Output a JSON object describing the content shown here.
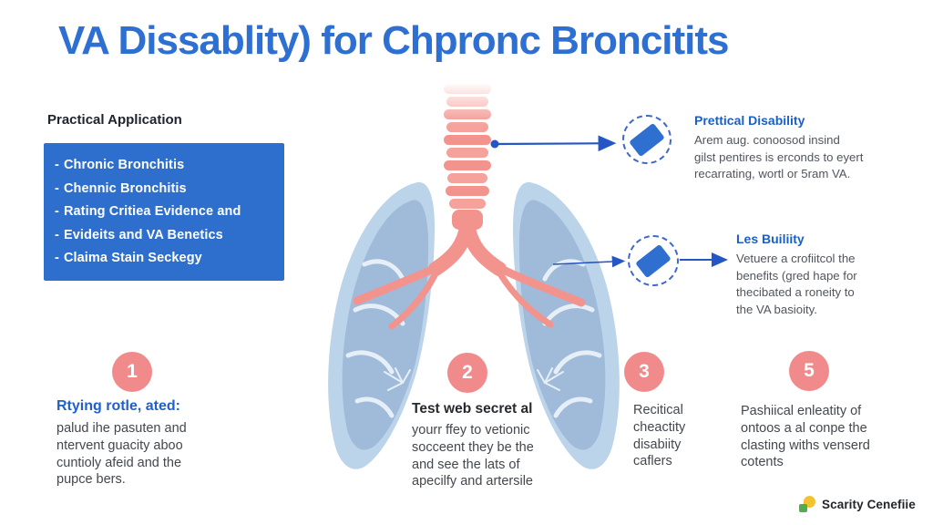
{
  "title": "VA Dissablity) for Chpronc Broncitits",
  "left_panel": {
    "label": "Practical Application",
    "bullet": "-",
    "items": [
      "Chronic Bronchitis",
      "Chennic Bronchitis",
      "Rating Critiea Evidence and",
      "Evideits and VA Benetics",
      "Claima Stain Seckegy"
    ]
  },
  "callouts": [
    {
      "heading": "Prettical Disability",
      "lines": [
        "Arem aug. conoosod insind",
        "gilst pentires is erconds to eyert",
        "recarrating, wortl or 5ram VA."
      ]
    },
    {
      "heading": "Les Builiity",
      "lines": [
        "Vetuere a crofiitcol the",
        "benefits (gred hape for",
        "thecibated a roneity to",
        "the VA basioity."
      ]
    }
  ],
  "steps": [
    {
      "number": "1",
      "heading": "Rtying rotle, ated:",
      "lines": [
        "palud ihe pasuten and",
        "ntervent guacity aboo",
        "cuntioly afeid and the",
        "pupce bers."
      ]
    },
    {
      "number": "2",
      "heading": "Test web secret al",
      "lines": [
        "yourr ffey to vetionic",
        "socceent they be the",
        "and see the lats of",
        "apecilfy and artersile"
      ]
    },
    {
      "number": "3",
      "heading": "",
      "lines": [
        "Recitical",
        "cheactity",
        "disabiity",
        "caflers"
      ]
    },
    {
      "number": "5",
      "heading": "",
      "lines": [
        "Pashiical enleatity of",
        "ontoos a al conpe the",
        "clasting withs venserd",
        "cotents"
      ]
    }
  ],
  "footer": {
    "brand": "Scarity Cenefiie"
  },
  "colors": {
    "title_blue": "#2e6fd2",
    "box_blue": "#2e6fce",
    "callout_heading_blue": "#1a5fc8",
    "arrow_blue": "#2456c5",
    "step_circle_pink": "#f18b8b",
    "trachea_salmon": "#f2948d",
    "lung_light_blue": "#bcd4ea",
    "lung_inner_blue": "#9db9d8",
    "logo_green": "#4cae4f",
    "logo_yellow": "#f2c230"
  }
}
